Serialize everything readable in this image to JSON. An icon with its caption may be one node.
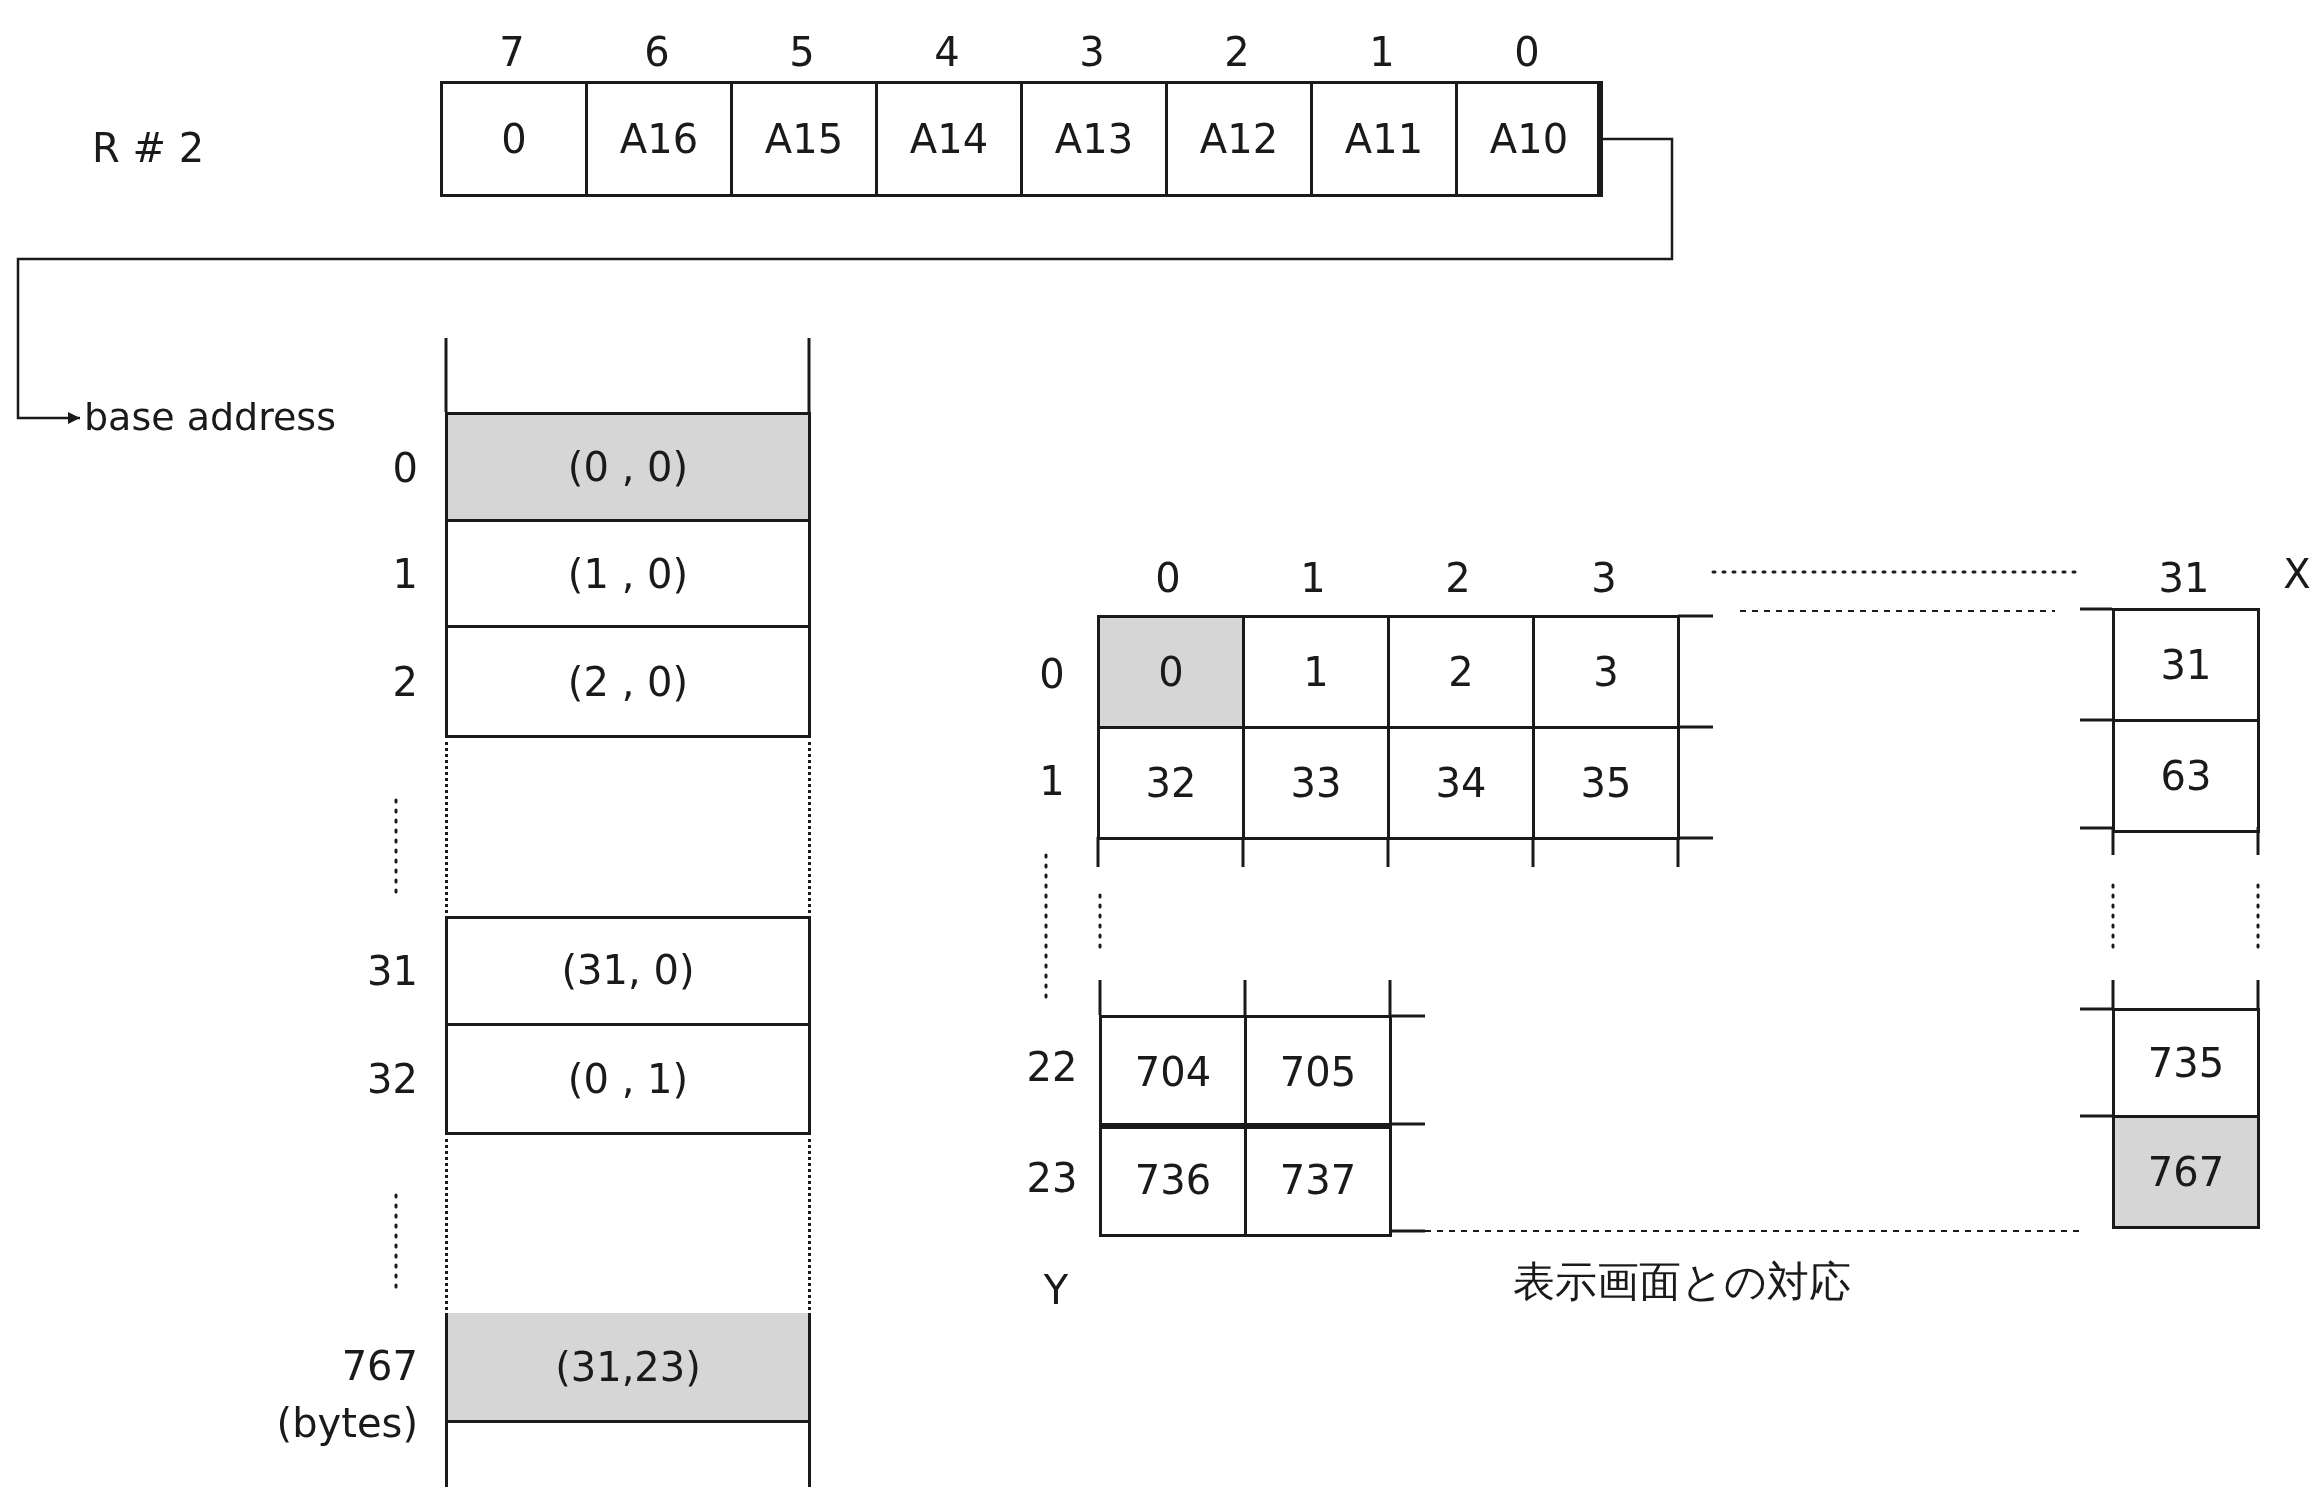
{
  "diagram": {
    "nodes": [
      {
        "text": [],
        "shape": "box"
      },
      {
        "text": [
          "0"
        ],
        "in": 0
      },
      {
        "text": [
          "A16"
        ],
        "in": 0
      },
      {
        "text": [
          "A15"
        ],
        "in": 0
      },
      {
        "text": [
          "A14"
        ],
        "in": 0
      },
      {
        "text": [
          "A13"
        ],
        "in": 0
      },
      {
        "text": [
          "A12"
        ],
        "in": 0
      },
      {
        "text": [
          "A11"
        ],
        "in": 0
      },
      {
        "text": [
          "A10"
        ],
        "in": 0
      },
      {
        "text": [
          "base address"
        ]
      },
      {
        "text": [
          "(0 , 0)"
        ]
      },
      {
        "text": [
          "(1 , 0)"
        ]
      },
      {
        "text": [
          "(2 , 0)"
        ]
      },
      {
        "text": [],
        "shape": "box"
      },
      {
        "text": [
          "(31, 0)"
        ]
      },
      {
        "text": [
          "(0 , 1)"
        ]
      },
      {
        "text": [],
        "shape": "box"
      },
      {
        "text": [
          "(31,23)"
        ]
      },
      {
        "text": [],
        "shape": "box"
      },
      {
        "text": [
          "0"
        ]
      },
      {
        "text": [
          "1"
        ]
      },
      {
        "text": [
          "2"
        ]
      },
      {
        "text": [
          "3"
        ]
      },
      {
        "text": [
          "31"
        ]
      },
      {
        "text": [
          "32"
        ]
      },
      {
        "text": [
          "33"
        ]
      },
      {
        "text": [
          "34"
        ]
      },
      {
        "text": [
          "35"
        ]
      },
      {
        "text": [
          "63"
        ]
      },
      {
        "text": [
          "704"
        ]
      },
      {
        "text": [
          "705"
        ]
      },
      {
        "text": [
          "735"
        ]
      },
      {
        "text": [
          "736"
        ]
      },
      {
        "text": [
          "737"
        ]
      },
      {
        "text": [
          "767"
        ]
      }
    ],
    "edges": [
      {
        "from": 0,
        "to": 9,
        "arrow": "to"
      }
    ],
    "labels": [
      "R # 2",
      "7",
      "6",
      "5",
      "4",
      "3",
      "2",
      "1",
      "0",
      "0",
      "1",
      "2",
      "31",
      "32",
      "767",
      "(bytes)",
      "0",
      "1",
      "2",
      "3",
      "31",
      "X",
      "0",
      "1",
      "22",
      "23",
      "Y",
      "表示画面との対応"
    ]
  }
}
